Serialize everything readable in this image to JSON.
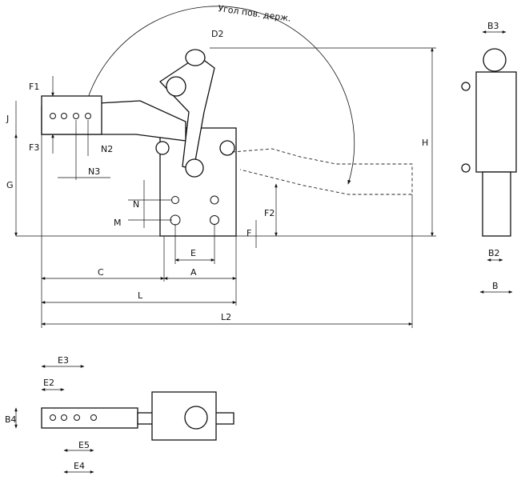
{
  "labels": {
    "angle": "Угол пов. держ.",
    "D2": "D2",
    "F1": "F1",
    "F3": "F3",
    "J": "J",
    "G": "G",
    "N2": "N2",
    "N3": "N3",
    "N": "N",
    "M": "M",
    "F2": "F2",
    "F": "F",
    "E": "E",
    "A": "A",
    "C": "C",
    "L": "L",
    "L2": "L2",
    "H": "H",
    "B3": "B3",
    "B2": "B2",
    "B": "B",
    "E3": "E3",
    "E2": "E2",
    "B4": "B4",
    "E5": "E5",
    "E4": "E4"
  }
}
